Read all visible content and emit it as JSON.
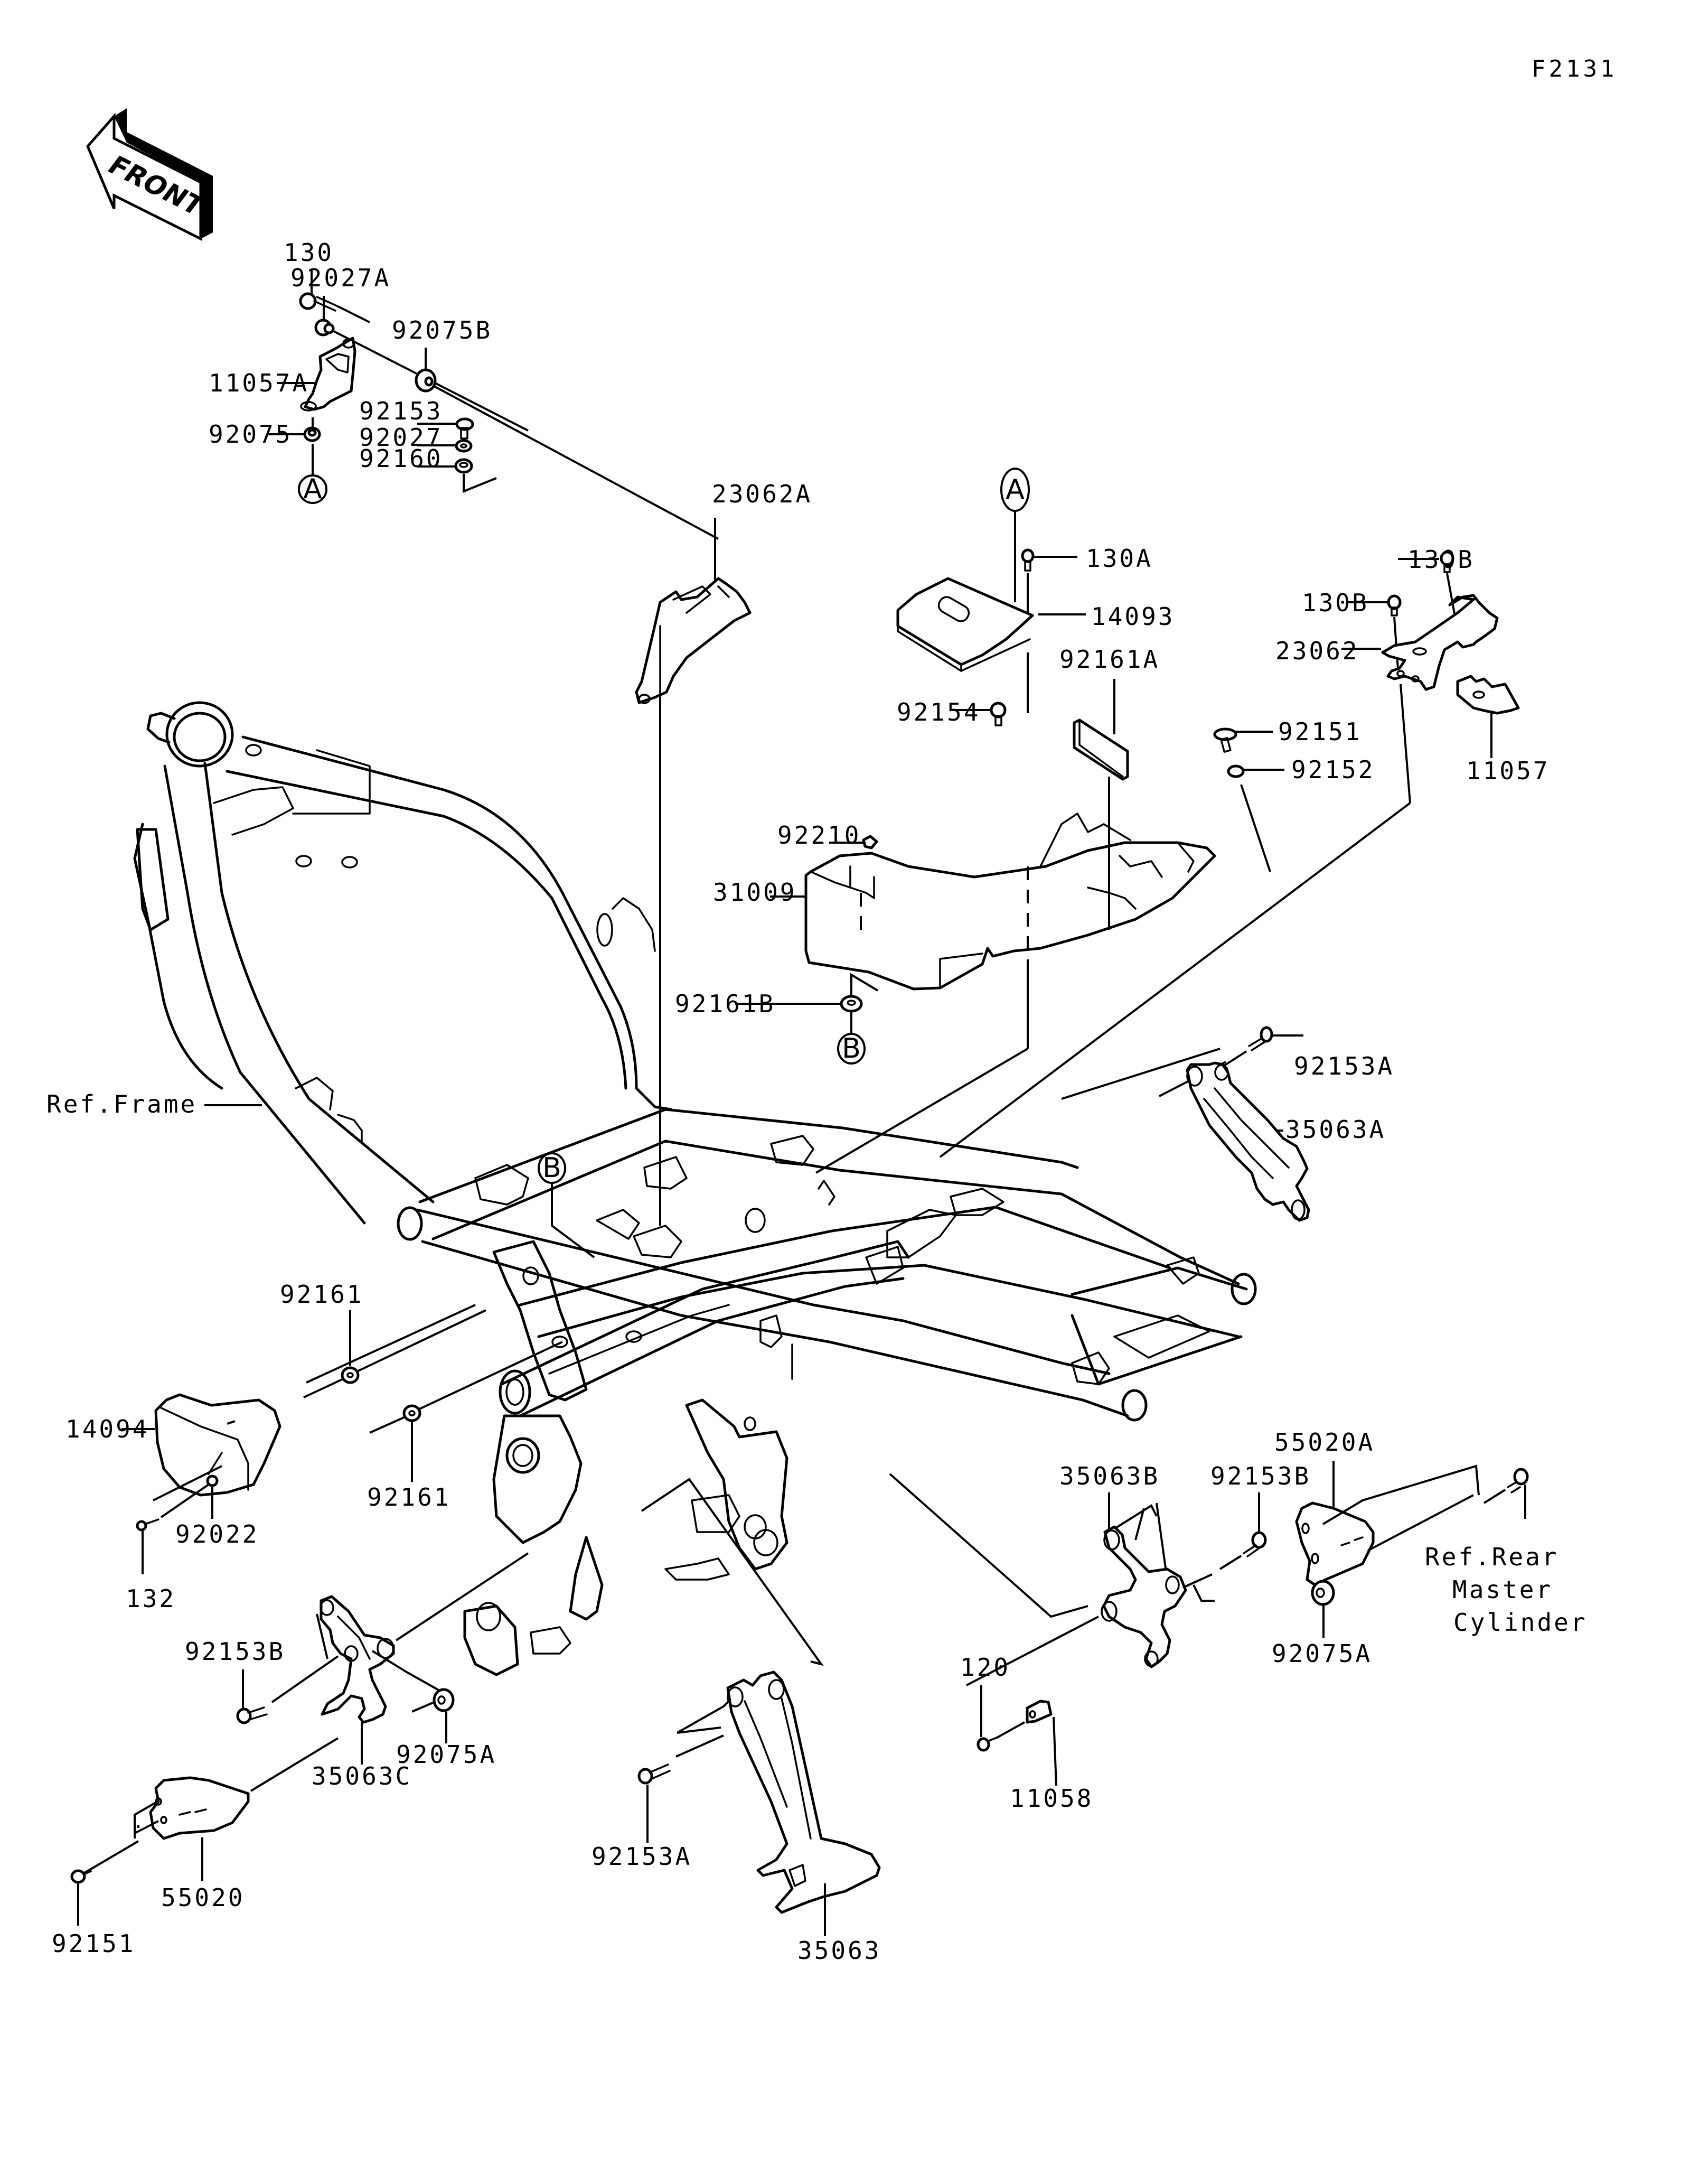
{
  "figure_code": "F2131",
  "orientation_arrow": {
    "text": "FRONT",
    "icon": "front-direction-arrow-icon"
  },
  "callouts": {
    "a": "A",
    "b": "B"
  },
  "parts": {
    "p130": "130",
    "p92027A": "92027A",
    "p92075B": "92075B",
    "p11057A": "11057A",
    "p92075": "92075",
    "p92153": "92153",
    "p92027": "92027",
    "p92160": "92160",
    "p23062A": "23062A",
    "p130A": "130A",
    "p14093": "14093",
    "p130B_1": "130B",
    "p130B_2": "130B",
    "p23062": "23062",
    "p11057": "11057",
    "p92161A": "92161A",
    "p92154": "92154",
    "p92151_top": "92151",
    "p92152": "92152",
    "p92210": "92210",
    "p31009": "31009",
    "p92161B": "92161B",
    "p92153A_top": "92153A",
    "p35063A": "35063A",
    "p92161_upper": "92161",
    "p14094": "14094",
    "p92161_lower": "92161",
    "p92022": "92022",
    "p132": "132",
    "p92153B_left": "92153B",
    "p55020": "55020",
    "p92151_bottom": "92151",
    "p35063C": "35063C",
    "p92075A_left": "92075A",
    "p92153A_bottom": "92153A",
    "p35063": "35063",
    "p35063B": "35063B",
    "p92153B_right": "92153B",
    "p55020A": "55020A",
    "p120": "120",
    "p11058": "11058",
    "p92075A_right": "92075A"
  },
  "references": {
    "frame": "Ref.Frame",
    "rear_master_cylinder": [
      "Ref.Rear",
      "Master",
      "Cylinder"
    ]
  }
}
